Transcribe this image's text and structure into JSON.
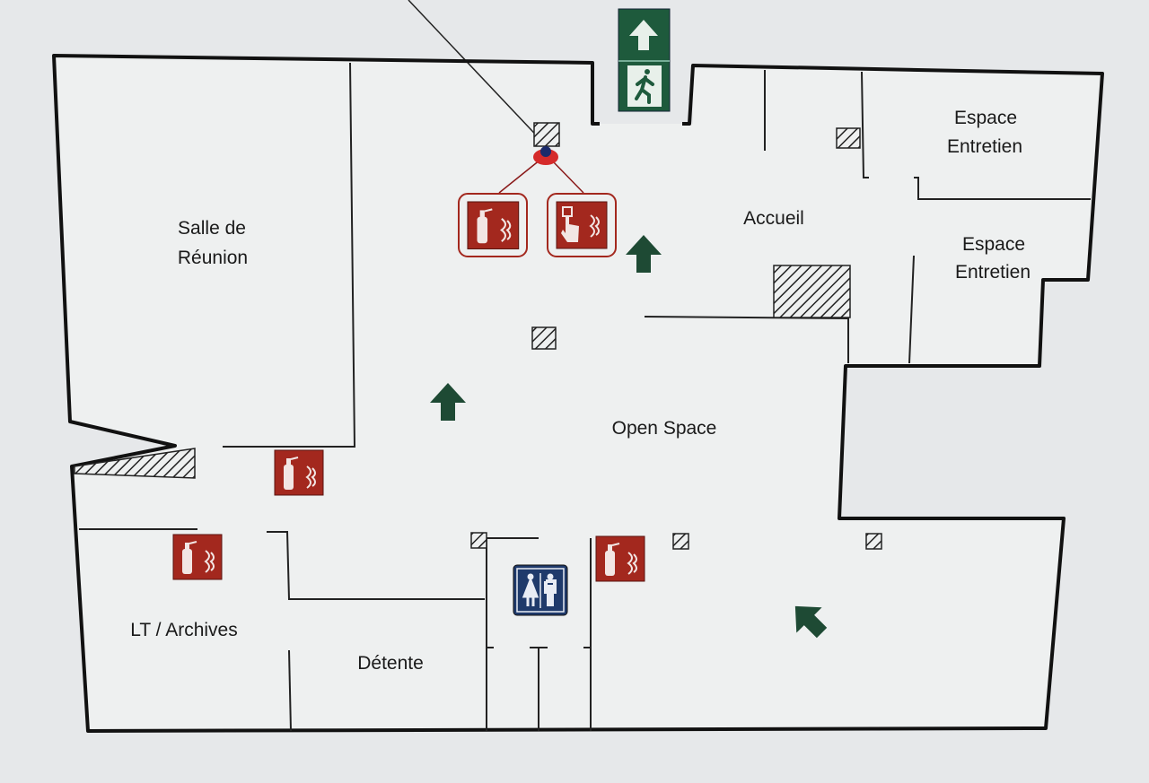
{
  "rooms": {
    "salle_reunion": [
      "Salle de",
      "Réunion"
    ],
    "accueil": "Accueil",
    "espace_entretien_1": [
      "Espace",
      "Entretien"
    ],
    "espace_entretien_2": [
      "Espace",
      "Entretien"
    ],
    "open_space": "Open Space",
    "lt_archives": "LT / Archives",
    "detente": "Détente"
  },
  "colors": {
    "exit_green": "#1e5a3c",
    "fire_red": "#a3281e",
    "wc_blue": "#1f3a6b",
    "wall": "#111111"
  },
  "icons": [
    "emergency-exit-sign",
    "evacuation-arrow",
    "fire-extinguisher",
    "fire-alarm-call-point",
    "restroom-sign",
    "you-are-here-marker",
    "hatched-column"
  ]
}
